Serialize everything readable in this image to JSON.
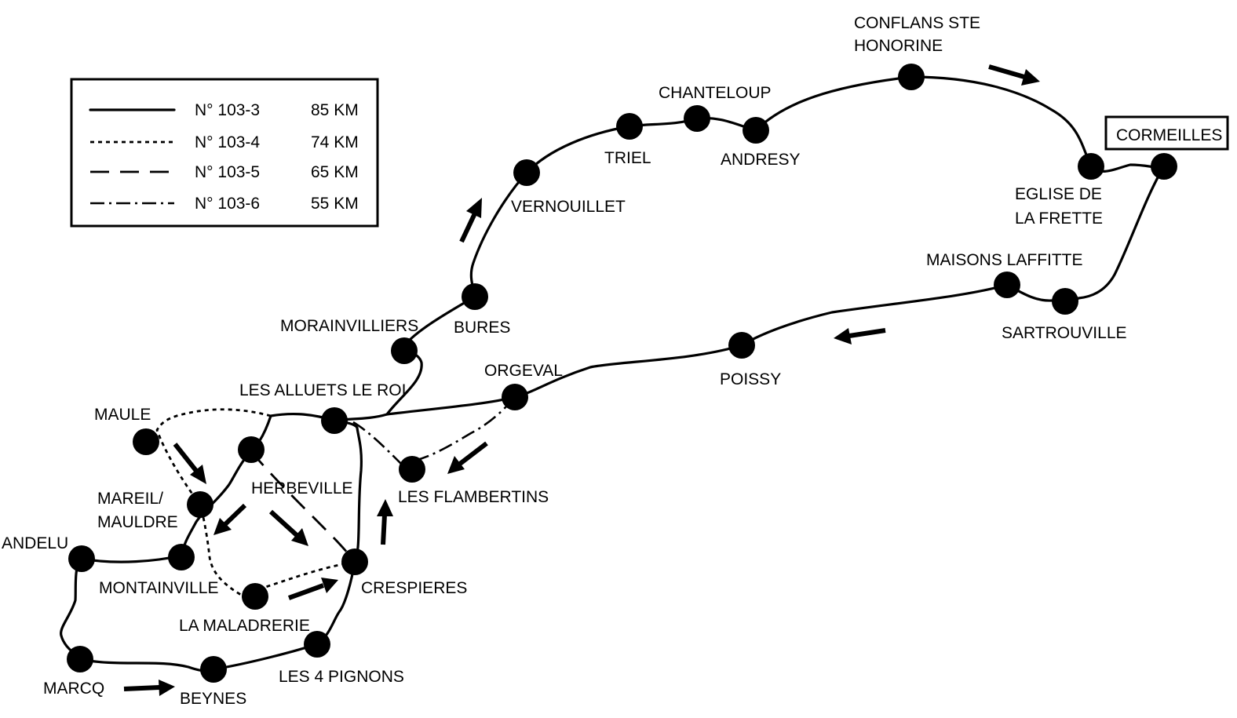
{
  "legend": {
    "rows": [
      {
        "route": "N° 103-3",
        "distance": "85 KM",
        "style": "solid"
      },
      {
        "route": "N° 103-4",
        "distance": "74 KM",
        "style": "dotted"
      },
      {
        "route": "N° 103-5",
        "distance": "65 KM",
        "style": "dashed"
      },
      {
        "route": "N° 103-6",
        "distance": "55 KM",
        "style": "dash-dot"
      }
    ]
  },
  "places": {
    "conflans": [
      "CONFLANS STE",
      "HONORINE"
    ],
    "chanteloup": "CHANTELOUP",
    "triel": "TRIEL",
    "andresy": "ANDRESY",
    "vernouillet": "VERNOUILLET",
    "cormeilles": "CORMEILLES",
    "eglise": [
      "EGLISE DE",
      "LA FRETTE"
    ],
    "maisons_laffitte": "MAISONS LAFFITTE",
    "sartrouville": "SARTROUVILLE",
    "poissy": "POISSY",
    "bures": "BURES",
    "morainvilliers": "MORAINVILLIERS",
    "orgeval": "ORGEVAL",
    "alluets": "LES ALLUETS LE ROI",
    "maule": "MAULE",
    "herbeville": "HERBEVILLE",
    "mareil": [
      "MAREIL/",
      "MAULDRE"
    ],
    "flambertins": "LES FLAMBERTINS",
    "andelu": "ANDELU",
    "montainville": "MONTAINVILLE",
    "crespieres": "CRESPIERES",
    "maladrerie": "LA MALADRERIE",
    "marcq": "MARCQ",
    "beynes": "BEYNES",
    "pignons": "LES 4 PIGNONS"
  },
  "colors": {
    "ink": "#000000",
    "background": "#ffffff"
  }
}
